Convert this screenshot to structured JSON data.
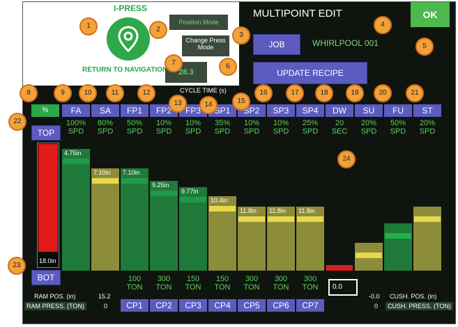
{
  "app": {
    "logo_title": "I-PRESS",
    "nav_label": "RETURN TO NAVIGATION"
  },
  "header": {
    "title": "MULTIPOINT EDIT",
    "ok_label": "OK",
    "position_mode": "Position Mode",
    "change_press_mode": "Change Press Mode",
    "job_label": "JOB",
    "recipe_name": "WHIRLPOOL 001",
    "update_recipe_label": "UPDATE RECIPE",
    "cycle_time_value": "28.3",
    "cycle_time_label": "CYCLE TIME (s)"
  },
  "table": {
    "percent_label": "%",
    "top_label": "TOP",
    "bot_label": "BOT",
    "ram_bar_value": "18.0in",
    "ram_fill_fraction": 0.88,
    "columns": [
      {
        "name": "FA",
        "speed": "100%",
        "speed_unit": "SPD",
        "bar_value": "4.75in",
        "level": 0.05,
        "color": "#1f7a3a",
        "marker": "#1f9a4a"
      },
      {
        "name": "SA",
        "speed": "80%",
        "speed_unit": "SPD",
        "bar_value": "7.10in",
        "level": 0.2,
        "color": "#8c8c3a",
        "marker": "#e8d84a"
      },
      {
        "name": "FP1",
        "speed": "50%",
        "speed_unit": "SPD",
        "bar_value": "7.10in",
        "level": 0.2,
        "color": "#1f7a3a",
        "marker": "#1f9a4a"
      },
      {
        "name": "FP2",
        "speed": "10%",
        "speed_unit": "SPD",
        "bar_value": "9.25in",
        "level": 0.3,
        "color": "#1f7a3a",
        "marker": "#1f9a4a"
      },
      {
        "name": "FP3",
        "speed": "10%",
        "speed_unit": "SPD",
        "bar_value": "9.77in",
        "level": 0.35,
        "color": "#1f7a3a",
        "marker": "#1f9a4a"
      },
      {
        "name": "SP1",
        "speed": "35%",
        "speed_unit": "SPD",
        "bar_value": "10.4in",
        "level": 0.42,
        "color": "#8c8c3a",
        "marker": "#e8d84a"
      },
      {
        "name": "SP2",
        "speed": "10%",
        "speed_unit": "SPD",
        "bar_value": "11.8in",
        "level": 0.5,
        "color": "#8c8c3a",
        "marker": "#e8d84a"
      },
      {
        "name": "SP3",
        "speed": "10%",
        "speed_unit": "SPD",
        "bar_value": "11.8in",
        "level": 0.5,
        "color": "#8c8c3a",
        "marker": "#e8d84a"
      },
      {
        "name": "SP4",
        "speed": "25%",
        "speed_unit": "SPD",
        "bar_value": "11.8in",
        "level": 0.5,
        "color": "#8c8c3a",
        "marker": "#e8d84a"
      },
      {
        "name": "DW",
        "speed": "20",
        "speed_unit": "SEC",
        "bar_value": "",
        "level": 0.97,
        "color": "#0f140f",
        "marker": "#d62020"
      },
      {
        "name": "SU",
        "speed": "20%",
        "speed_unit": "SPD",
        "bar_value": "",
        "level": 0.78,
        "color": "#8c8c3a",
        "marker": "#e8d84a"
      },
      {
        "name": "FU",
        "speed": "50%",
        "speed_unit": "SPD",
        "bar_value": "",
        "level": 0.63,
        "color": "#1f7a3a",
        "marker": "#22b04a"
      },
      {
        "name": "ST",
        "speed": "20%",
        "speed_unit": "SPD",
        "bar_value": "",
        "level": 0.5,
        "color": "#8c8c3a",
        "marker": "#e8d84a"
      }
    ],
    "tons": [
      {
        "value": "100",
        "unit": "TON",
        "cp": "CP1"
      },
      {
        "value": "300",
        "unit": "TON",
        "cp": "CP2"
      },
      {
        "value": "150",
        "unit": "TON",
        "cp": "CP3"
      },
      {
        "value": "150",
        "unit": "TON",
        "cp": "CP4"
      },
      {
        "value": "300",
        "unit": "TON",
        "cp": "CP5"
      },
      {
        "value": "300",
        "unit": "TON",
        "cp": "CP6"
      },
      {
        "value": "300",
        "unit": "TON",
        "cp": "CP7"
      }
    ],
    "dwell_value": "0.0"
  },
  "footer": {
    "ram_pos_label": "RAM POS. (in)",
    "ram_pos_value": "15.2",
    "ram_press_label": "RAM PRESS. (TON)",
    "ram_press_value": "0",
    "cush_pos_value": "-0.0",
    "cush_pos_label": "CUSH. POS. (in)",
    "cush_press_value": "0",
    "cush_press_label": "CUSH. PRESS. (TON)"
  },
  "annotations": [
    "1",
    "2",
    "3",
    "4",
    "5",
    "6",
    "7",
    "8",
    "9",
    "10",
    "11",
    "12",
    "13",
    "14",
    "15",
    "16",
    "17",
    "18",
    "19",
    "20",
    "21",
    "22",
    "23",
    "24"
  ],
  "colors": {
    "accent": "#2aa84a",
    "button": "#5b5bc0",
    "badge": "#f2a23a"
  }
}
